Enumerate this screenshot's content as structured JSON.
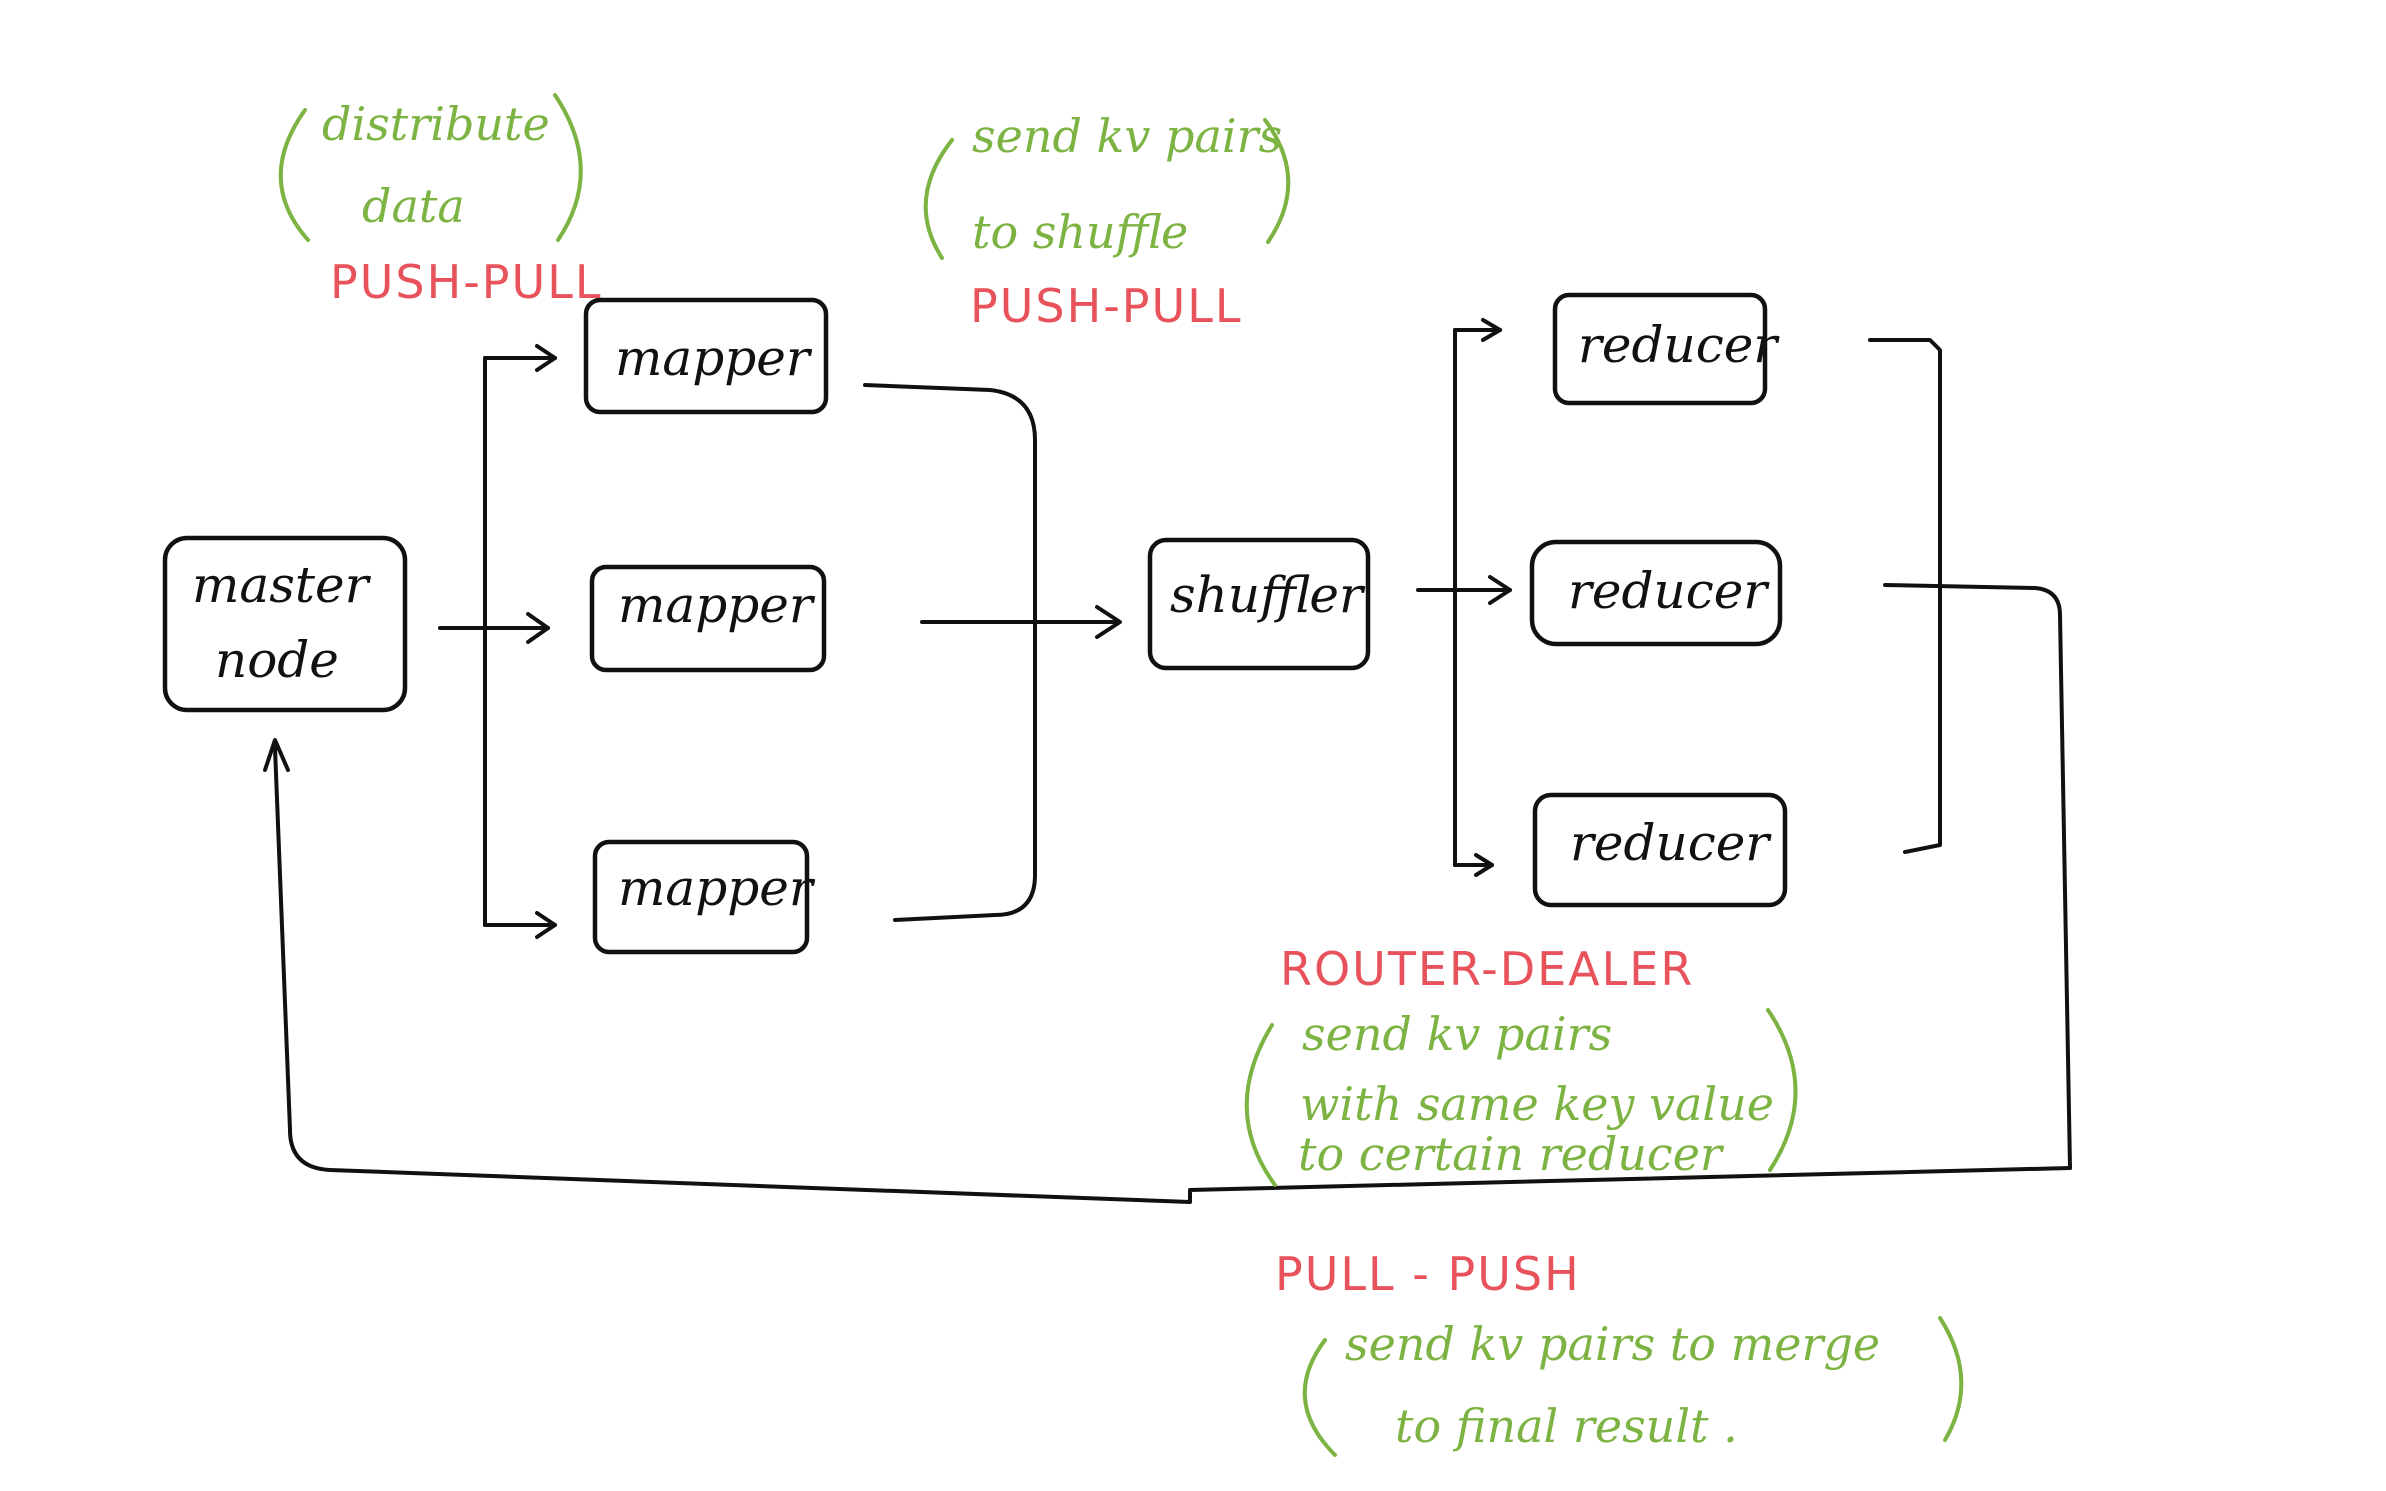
{
  "nodes": {
    "master": [
      "master",
      "node"
    ],
    "mapper_1": "mapper",
    "mapper_2": "mapper",
    "mapper_3": "mapper",
    "shuffler": "shuffler",
    "reducer_1": "reducer",
    "reducer_2": "reducer",
    "reducer_3": "reducer"
  },
  "annotations": {
    "distribute": {
      "lines": [
        "distribute",
        "data"
      ],
      "pattern": "PUSH-PULL"
    },
    "shuffle": {
      "lines": [
        "send kv pairs",
        "to shuffle"
      ],
      "pattern": "PUSH-PULL"
    },
    "route": {
      "pattern": "ROUTER-DEALER",
      "lines": [
        "send kv pairs",
        "with same key value",
        "to certain reducer"
      ]
    },
    "merge": {
      "pattern": "PULL - PUSH",
      "lines": [
        "send kv pairs to merge",
        "to final result ."
      ]
    }
  },
  "colors": {
    "ink": "#111111",
    "pattern_label": "#e8525a",
    "annotation": "#7cb342"
  }
}
